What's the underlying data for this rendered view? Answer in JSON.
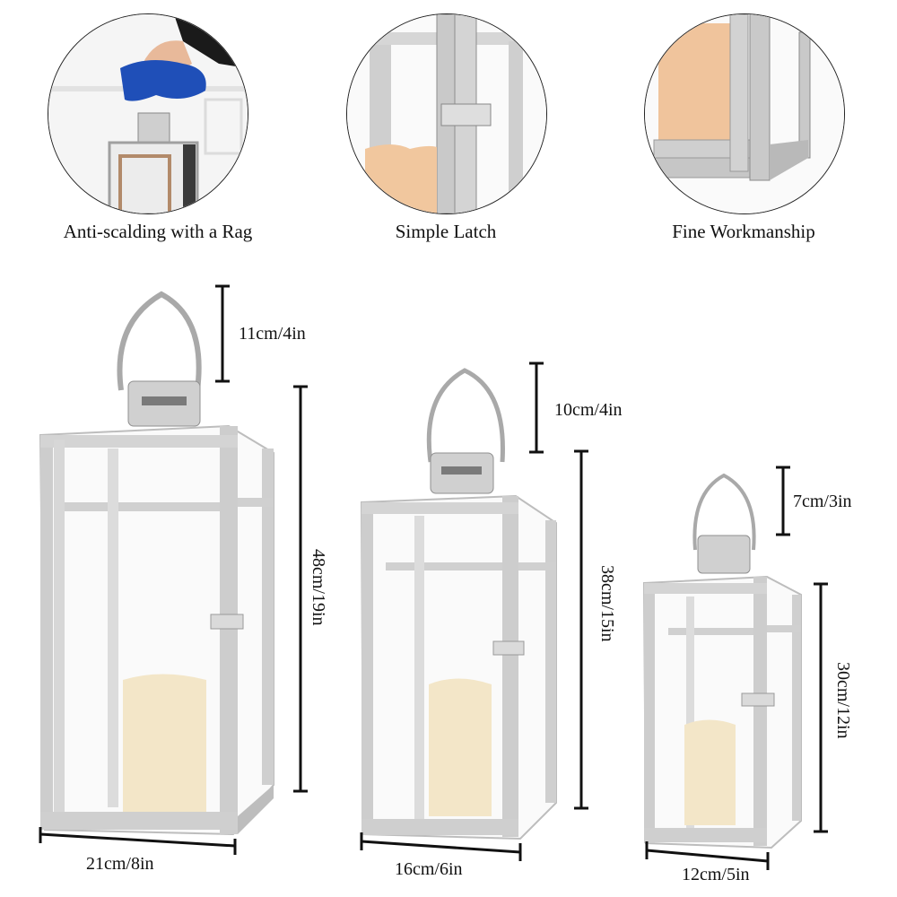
{
  "features": [
    {
      "id": "rag",
      "caption": "Anti-scalding with a Rag",
      "icon": "hand-rag-lantern-photo"
    },
    {
      "id": "latch",
      "caption": "Simple Latch",
      "icon": "latch-closeup-photo"
    },
    {
      "id": "workmanship",
      "caption": "Fine Workmanship",
      "icon": "frame-corner-closeup-photo"
    }
  ],
  "lanterns": [
    {
      "size": "large",
      "handle_height": "11cm/4in",
      "body_height": "48cm/19in",
      "width": "21cm/8in"
    },
    {
      "size": "medium",
      "handle_height": "10cm/4in",
      "body_height": "38cm/15in",
      "width": "16cm/6in"
    },
    {
      "size": "small",
      "handle_height": "7cm/3in",
      "body_height": "30cm/12in",
      "width": "12cm/5in"
    }
  ],
  "colors": {
    "frame": "#c9c9c9",
    "frame_dark": "#9a9a9a",
    "candle": "#f3e6c8",
    "candle_glow": "#f2c99a",
    "rag": "#1f4fb8",
    "dimension_line": "#111111"
  }
}
